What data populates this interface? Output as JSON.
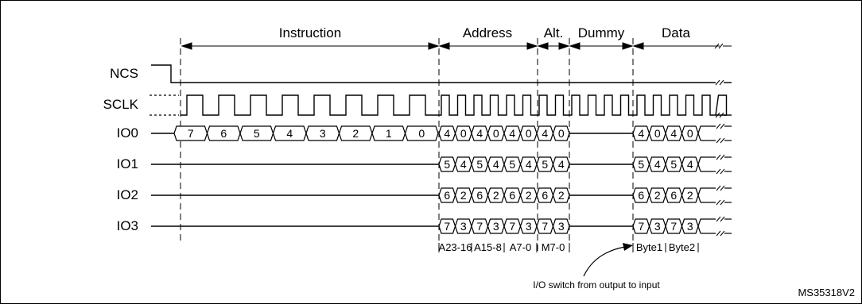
{
  "figure_ref": "MS35318V2",
  "phases": [
    {
      "label": "Instruction"
    },
    {
      "label": "Address"
    },
    {
      "label": "Alt."
    },
    {
      "label": "Dummy"
    },
    {
      "label": "Data"
    }
  ],
  "signals": {
    "ncs": "NCS",
    "sclk": "SCLK",
    "io0": "IO0",
    "io1": "IO1",
    "io2": "IO2",
    "io3": "IO3"
  },
  "instruction_bits": [
    "7",
    "6",
    "5",
    "4",
    "3",
    "2",
    "1",
    "0"
  ],
  "lanes": {
    "io0": {
      "address": [
        "4",
        "0",
        "4",
        "0",
        "4",
        "0"
      ],
      "alt": [
        "4",
        "0"
      ],
      "data": [
        "4",
        "0",
        "4",
        "0"
      ]
    },
    "io1": {
      "address": [
        "5",
        "4",
        "5",
        "4",
        "5",
        "4"
      ],
      "alt": [
        "5",
        "4"
      ],
      "data": [
        "5",
        "4",
        "5",
        "4"
      ]
    },
    "io2": {
      "address": [
        "6",
        "2",
        "6",
        "2",
        "6",
        "2"
      ],
      "alt": [
        "6",
        "2"
      ],
      "data": [
        "6",
        "2",
        "6",
        "2"
      ]
    },
    "io3": {
      "address": [
        "7",
        "3",
        "7",
        "3",
        "7",
        "3"
      ],
      "alt": [
        "7",
        "3"
      ],
      "data": [
        "7",
        "3",
        "7",
        "3"
      ]
    }
  },
  "byte_labels": {
    "address": [
      "A23-16",
      "A15-8",
      "A7-0"
    ],
    "alt": [
      "M7-0"
    ],
    "data": [
      "Byte1",
      "Byte2"
    ]
  },
  "annotation": "I/O switch from output to input"
}
